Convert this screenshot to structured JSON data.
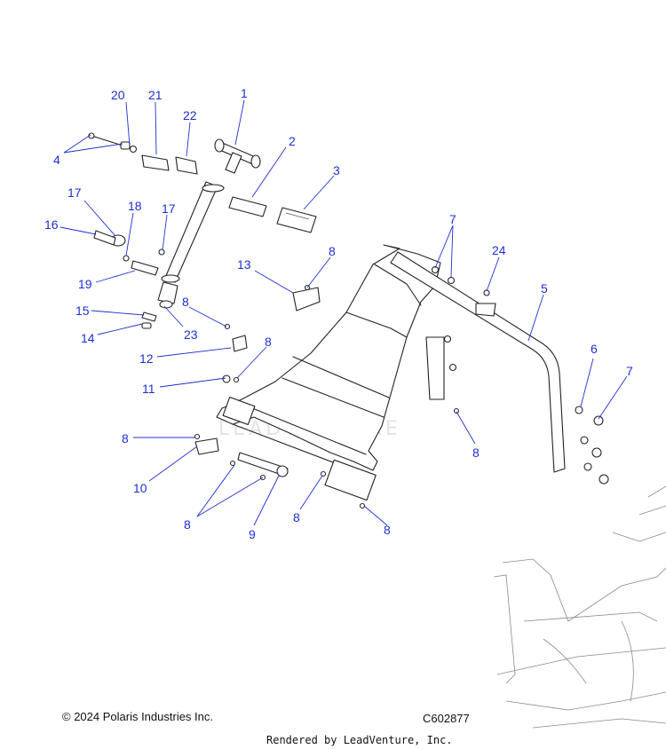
{
  "callouts": [
    "20",
    "21",
    "1",
    "22",
    "4",
    "2",
    "3",
    "17",
    "18",
    "17",
    "16",
    "19",
    "15",
    "23",
    "14",
    "8",
    "12",
    "8",
    "13",
    "7",
    "24",
    "5",
    "11",
    "8",
    "10",
    "8",
    "9",
    "8",
    "8",
    "6",
    "7",
    "8",
    "8",
    "8"
  ],
  "watermark": "LEADVENTURE",
  "footer": {
    "copyright": "© 2024 Polaris Industries Inc.",
    "diagram_code": "C602877",
    "rendered_by": "Rendered by LeadVenture, Inc."
  },
  "colors": {
    "callout": "#1f2fd0",
    "line": "#222222"
  }
}
